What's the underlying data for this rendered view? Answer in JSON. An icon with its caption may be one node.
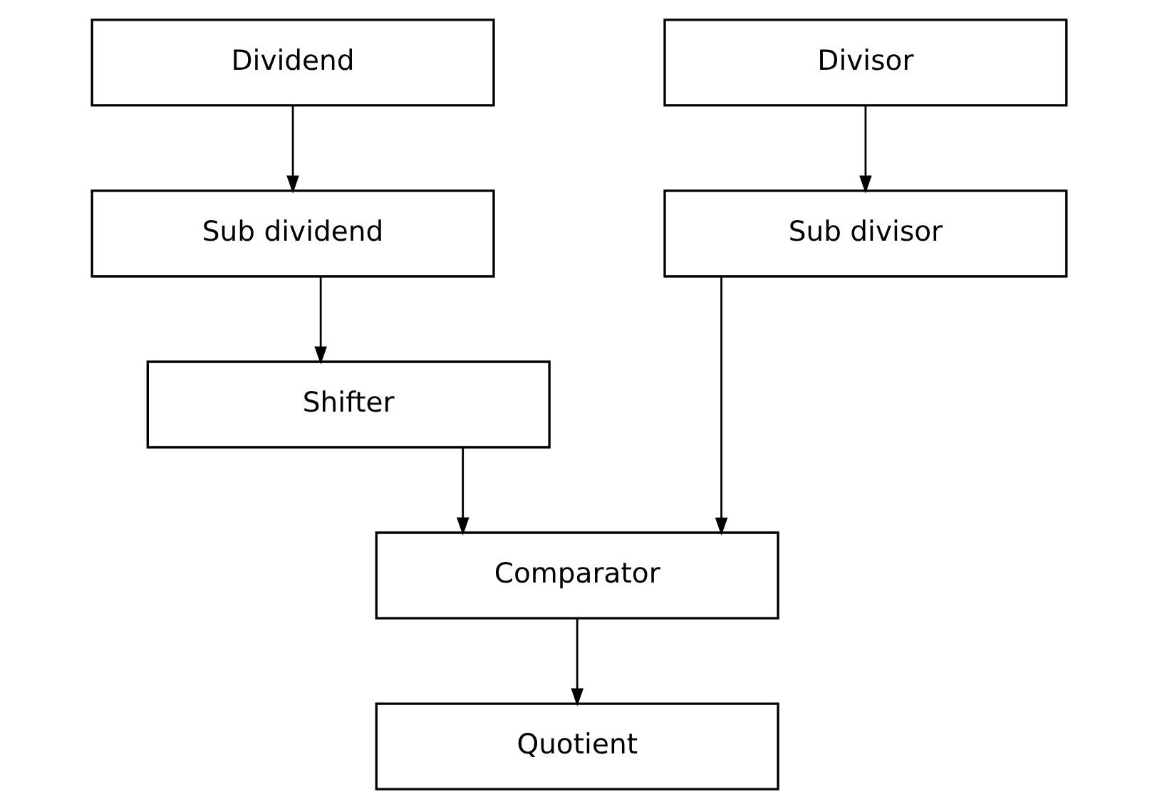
{
  "diagram": {
    "nodes": [
      {
        "text": [
          "Dividend"
        ]
      },
      {
        "text": [
          "Divisor"
        ]
      },
      {
        "text": [
          "Sub dividend"
        ]
      },
      {
        "text": [
          "Sub divisor"
        ]
      },
      {
        "text": [
          "Shifter"
        ]
      },
      {
        "text": [
          "Comparator"
        ]
      },
      {
        "text": [
          "Quotient"
        ]
      }
    ],
    "edges": [
      {
        "from": 0,
        "to": 2,
        "arrow": "to"
      },
      {
        "from": 1,
        "to": 3,
        "arrow": "to"
      },
      {
        "from": 2,
        "to": 4,
        "arrow": "to"
      },
      {
        "from": 4,
        "to": 5,
        "arrow": "to"
      },
      {
        "from": 3,
        "to": 5,
        "arrow": "to"
      },
      {
        "from": 5,
        "to": 6,
        "arrow": "to"
      }
    ]
  }
}
